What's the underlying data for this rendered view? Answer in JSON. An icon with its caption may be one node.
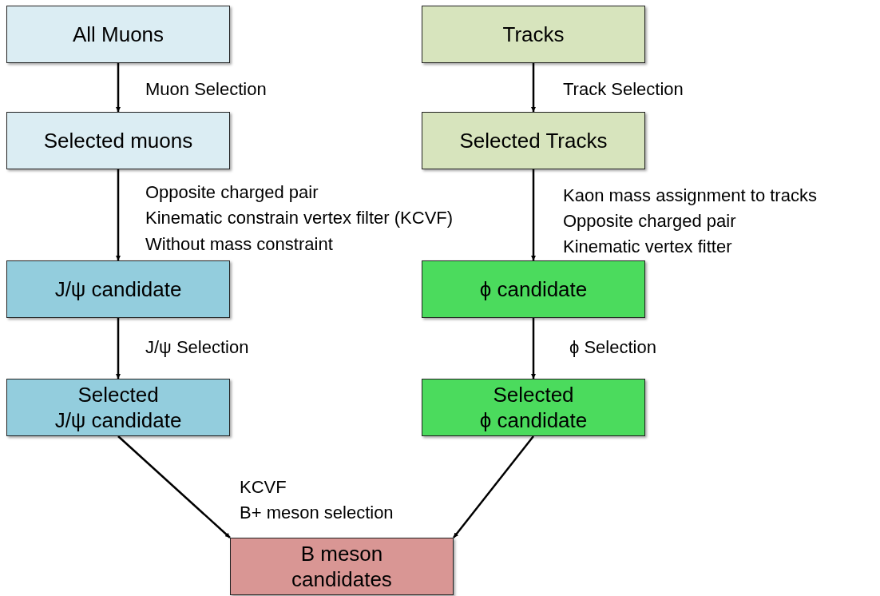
{
  "diagram": {
    "nodes": [
      {
        "text": [
          "All Muons"
        ]
      },
      {
        "text": [
          "Selected muons"
        ]
      },
      {
        "text": [
          "J/ψ candidate"
        ]
      },
      {
        "text": [
          "Selected J/ψ candidate"
        ]
      },
      {
        "text": [
          "Tracks"
        ]
      },
      {
        "text": [
          "Selected Tracks"
        ]
      },
      {
        "text": [
          "ϕ candidate"
        ]
      },
      {
        "text": [
          "Selected ϕ candidate"
        ]
      },
      {
        "text": [
          "B meson candidates"
        ]
      }
    ],
    "edges": [
      {
        "from": 0,
        "to": 1,
        "arrow": "to",
        "label": "Muon Selection"
      },
      {
        "from": 1,
        "to": 2,
        "arrow": "to"
      },
      {
        "from": 2,
        "to": 3,
        "arrow": "to",
        "label": "J/ψ Selection"
      },
      {
        "from": 4,
        "to": 5,
        "arrow": "to",
        "label": "Track Selection"
      },
      {
        "from": 5,
        "to": 6,
        "arrow": "to"
      },
      {
        "from": 6,
        "to": 7,
        "arrow": "to",
        "label": "ϕ Selection"
      },
      {
        "from": 3,
        "to": 8,
        "arrow": "to"
      },
      {
        "from": 7,
        "to": 8,
        "arrow": "to"
      }
    ],
    "labels": [
      "Opposite charged pair",
      "Kinematic constrain vertex filter (KCVF)",
      "Without mass constraint",
      "Kaon mass assignment to tracks",
      "Opposite charged pair",
      "Kinematic vertex fitter",
      "KCVF",
      "B+ meson selection"
    ]
  }
}
